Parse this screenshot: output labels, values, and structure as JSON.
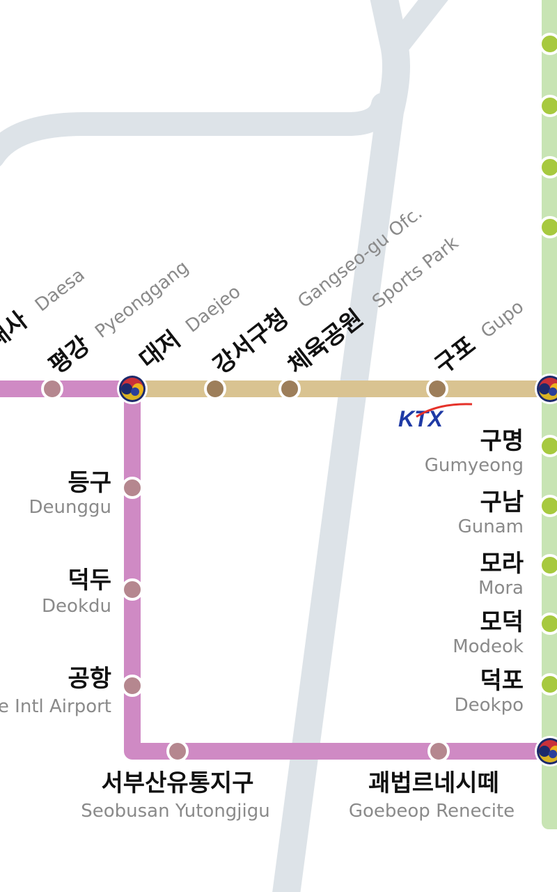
{
  "colors": {
    "purple_line": "#cf8ac4",
    "gold_line": "#d9c391",
    "green_line": "#c8e4b4",
    "background_route": "#dde3e8",
    "purple_station": "#b5878f",
    "gold_station": "#9d7e5a",
    "green_station": "#a7c93f",
    "ktx_blue": "#1f3aa5",
    "ktx_red": "#e5322a"
  },
  "stations": {
    "daesa": {
      "ko": "대사",
      "en": "Daesa"
    },
    "pyeonggang": {
      "ko": "평강",
      "en": "Pyeonggang"
    },
    "daejeo": {
      "ko": "대저",
      "en": "Daejeo"
    },
    "gangseo_gu_office": {
      "ko": "강서구청",
      "en": "Gangseo-gu Ofc."
    },
    "sports_park": {
      "ko": "체육공원",
      "en": "Sports Park"
    },
    "gupo": {
      "ko": "구포",
      "en": "Gupo"
    },
    "deunggu": {
      "ko": "등구",
      "en": "Deunggu"
    },
    "deokdu": {
      "ko": "덕두",
      "en": "Deokdu"
    },
    "airport": {
      "ko": "공항",
      "en": "Gimhae Intl Airport"
    },
    "seobusan_yutongjigu": {
      "ko": "서부산유통지구",
      "en": "Seobusan Yutongjigu"
    },
    "goebeop_renecite": {
      "ko": "괘법르네시떼",
      "en": "Goebeop Renecite"
    },
    "gumyeong": {
      "ko": "구명",
      "en": "Gumyeong"
    },
    "gunam": {
      "ko": "구남",
      "en": "Gunam"
    },
    "mora": {
      "ko": "모라",
      "en": "Mora"
    },
    "modeok": {
      "ko": "모덕",
      "en": "Modeok"
    },
    "deokpo": {
      "ko": "덕포",
      "en": "Deokpo"
    }
  },
  "ktx": {
    "label": "KTX"
  }
}
